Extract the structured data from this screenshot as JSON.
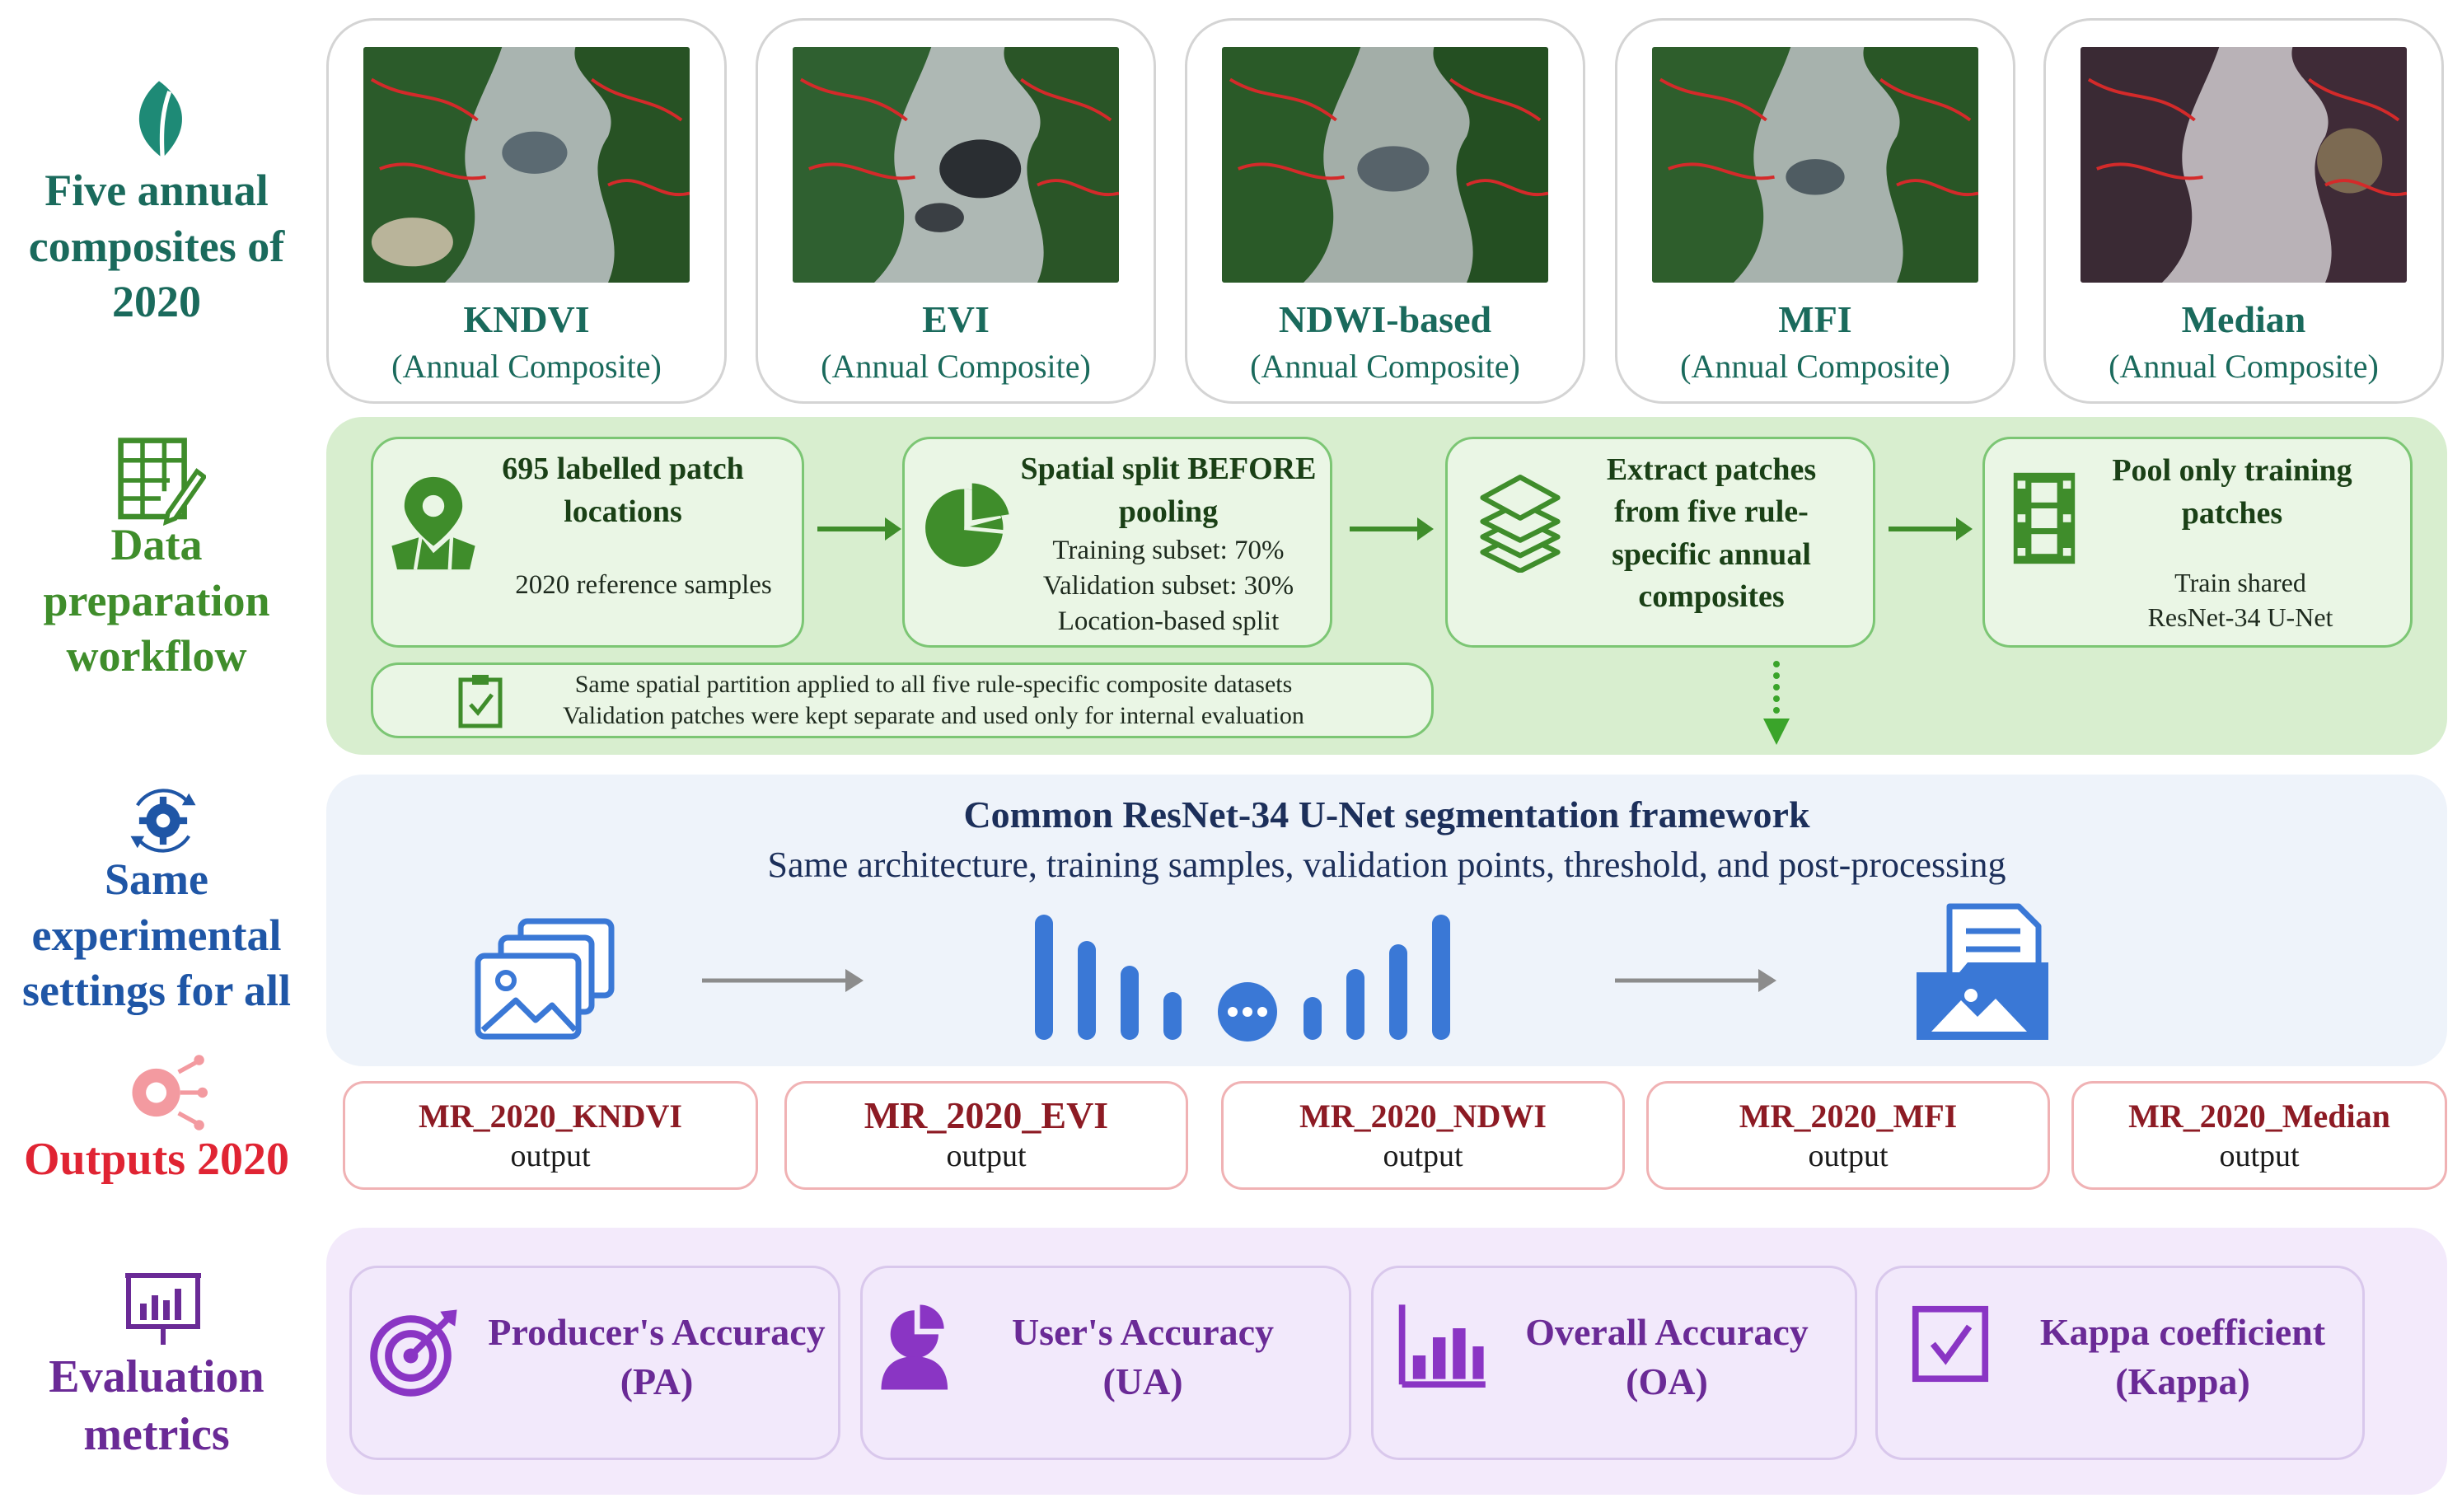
{
  "sections": {
    "composites": "Five annual composites of 2020",
    "data_prep": "Data preparation workflow",
    "settings": "Same experimental settings for all",
    "outputs": "Outputs 2020",
    "metrics": "Evaluation metrics"
  },
  "composites": [
    {
      "name": "KNDVI",
      "sub": "(Annual Composite)"
    },
    {
      "name": "EVI",
      "sub": "(Annual Composite)"
    },
    {
      "name": "NDWI-based",
      "sub": "(Annual Composite)"
    },
    {
      "name": "MFI",
      "sub": "(Annual Composite)"
    },
    {
      "name": "Median",
      "sub": "(Annual Composite)"
    }
  ],
  "prep": {
    "step1": {
      "title": "695 labelled patch locations",
      "text": "2020 reference samples"
    },
    "step2": {
      "title": "Spatial split BEFORE pooling",
      "line1": "Training subset: 70%",
      "line2": "Validation subset: 30%",
      "line3": "Location-based split"
    },
    "step3": {
      "title": "Extract patches from five rule-specific annual composites"
    },
    "step4": {
      "title": "Pool only training patches",
      "text": "Train shared ResNet-34 U-Net"
    },
    "note1": "Same spatial partition applied to all five rule-specific composite datasets",
    "note2": "Validation patches were kept separate and used only for internal evaluation"
  },
  "framework": {
    "title": "Common ResNet-34 U-Net segmentation framework",
    "subtitle": "Same architecture, training samples, validation points, threshold, and post-processing"
  },
  "outputs": [
    {
      "name": "MR_2020_KNDVI",
      "label": "output"
    },
    {
      "name": "MR_2020_EVI",
      "label": "output"
    },
    {
      "name": "MR_2020_NDWI",
      "label": "output"
    },
    {
      "name": "MR_2020_MFI",
      "label": "output"
    },
    {
      "name": "MR_2020_Median",
      "label": "output"
    }
  ],
  "metrics": [
    {
      "name": "Producer's Accuracy",
      "abbr": "(PA)",
      "icon": "target-icon"
    },
    {
      "name": "User's Accuracy",
      "abbr": "(UA)",
      "icon": "user-pie-icon"
    },
    {
      "name": "Overall Accuracy",
      "abbr": "(OA)",
      "icon": "bar-chart-icon"
    },
    {
      "name": "Kappa coefficient",
      "abbr": "(Kappa)",
      "icon": "checkbox-icon"
    }
  ],
  "colors": {
    "composites": "#1a6a5c",
    "prep": "#3f8d2b",
    "settings": "#1f56a6",
    "outputs": "#e02433",
    "metrics": "#6a2a96"
  }
}
